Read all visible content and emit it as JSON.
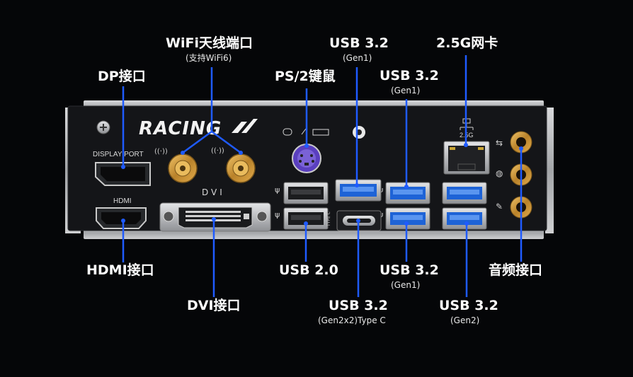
{
  "brand": "RACING",
  "plate": {
    "display_port": "DISPLAY PORT",
    "hdmi": "HDMI",
    "dvi": "DVI",
    "lan_speed": "2.5G",
    "type_c": "TYPE C"
  },
  "labels": {
    "wifi": "WiFi天线端口",
    "wifi_sub": "(支持WiFi6)",
    "dp": "DP接口",
    "ps2": "PS/2键鼠",
    "usb_top1": "USB 3.2",
    "usb_top1_sub": "(Gen1)",
    "usb_top2": "USB 3.2",
    "usb_top2_sub": "(Gen1)",
    "lan": "2.5G网卡",
    "hdmi": "HDMI接口",
    "dvi": "DVI接口",
    "usb20": "USB 2.0",
    "usb_bottom1": "USB 3.2",
    "usb_bottom1_sub": "(Gen1)",
    "usb_typec": "USB 3.2",
    "usb_typec_sub": "(Gen2x2)Type C",
    "usb_gen2": "USB 3.2",
    "usb_gen2_sub": "(Gen2)",
    "audio": "音频接口"
  },
  "colors": {
    "background": "#050608",
    "plate": "#141518",
    "pointer": "#1f5bff",
    "usb3": "#1e63d6",
    "ps2": "#5a3fbf",
    "gold": "#c8902c"
  }
}
